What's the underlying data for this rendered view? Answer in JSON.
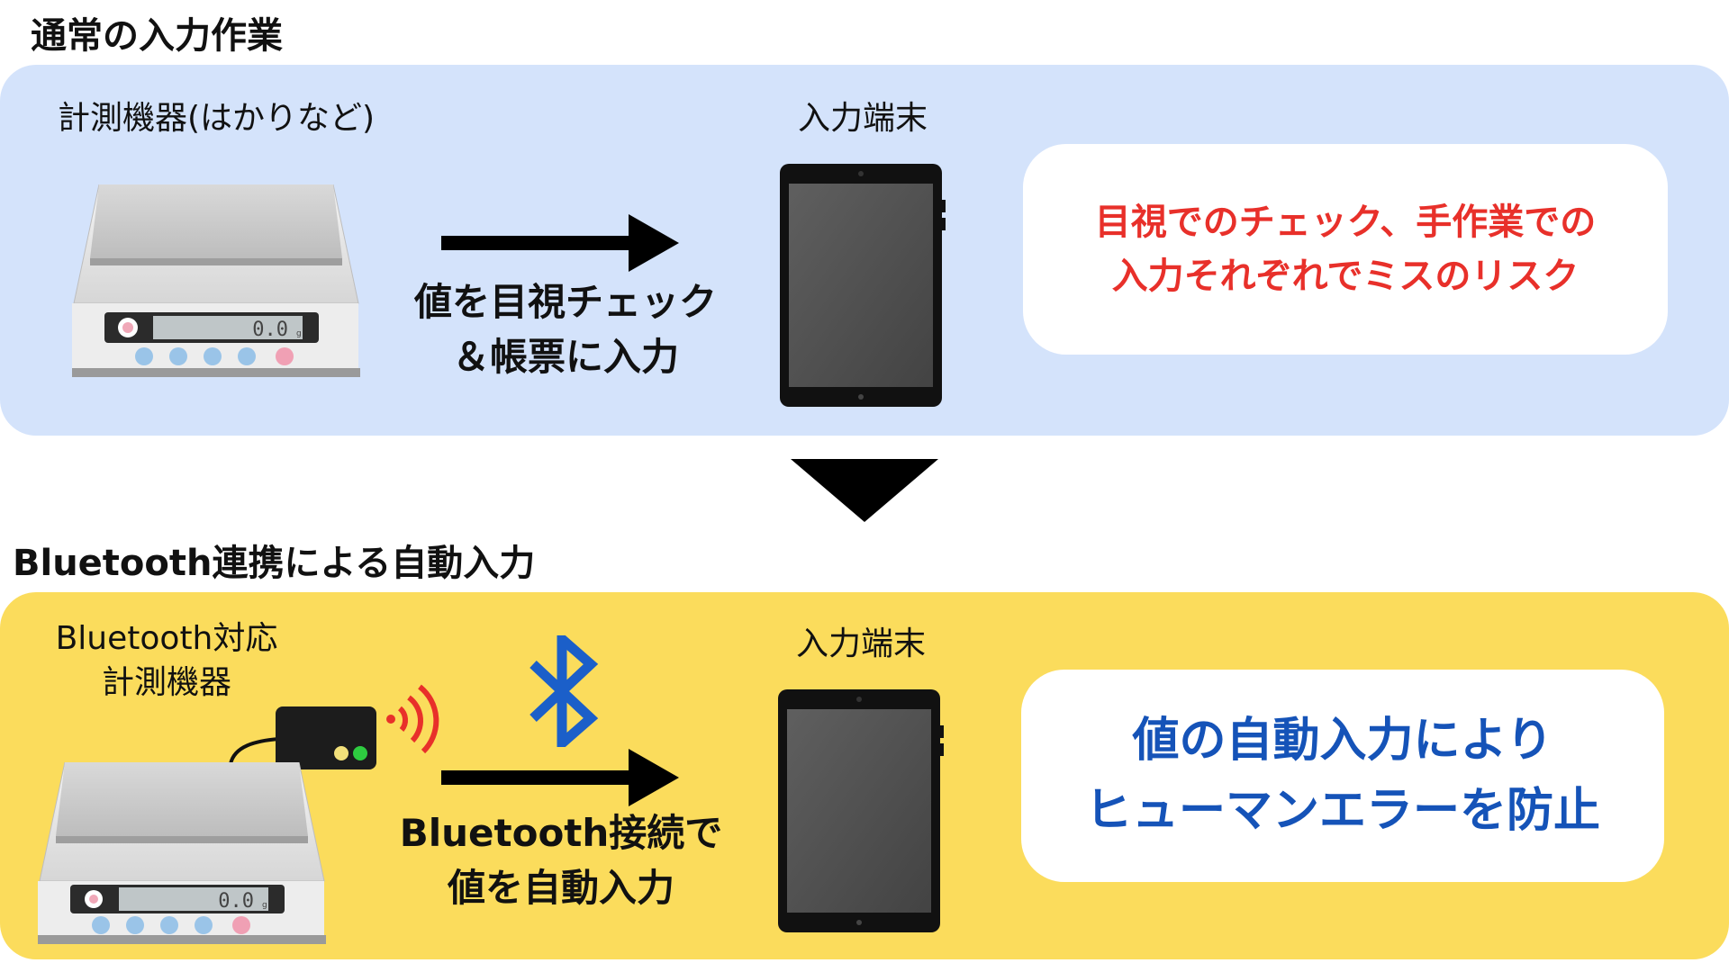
{
  "top": {
    "heading": "通常の入力作業",
    "device_label": "計測機器(はかりなど)",
    "terminal_label": "入力端末",
    "arrow_caption": [
      "値を目視チェック",
      "＆帳票に入力"
    ],
    "callout": [
      "目視でのチェック、手作業での",
      "入力それぞれでミスのリスク"
    ]
  },
  "bottom": {
    "heading": "Bluetooth連携による自動入力",
    "device_label": [
      "Bluetooth対応",
      "計測機器"
    ],
    "terminal_label": "入力端末",
    "arrow_caption": [
      "Bluetooth接続で",
      "値を自動入力"
    ],
    "callout": [
      "値の自動入力により",
      "ヒューマンエラーを防止"
    ]
  },
  "scale": {
    "display": "0.0",
    "unit": "g"
  },
  "icons": {
    "flow_down": "down-triangle-icon",
    "bluetooth": "bluetooth-icon",
    "wireless": "wireless-signal-icon",
    "arrow": "right-arrow-icon"
  },
  "colors": {
    "top_panel": "#d4e3fb",
    "bottom_panel": "#fbdc5c",
    "risk_text": "#e8302a",
    "benefit_text": "#1553b8",
    "bluetooth": "#1b5fc9",
    "signal": "#e8302a"
  }
}
